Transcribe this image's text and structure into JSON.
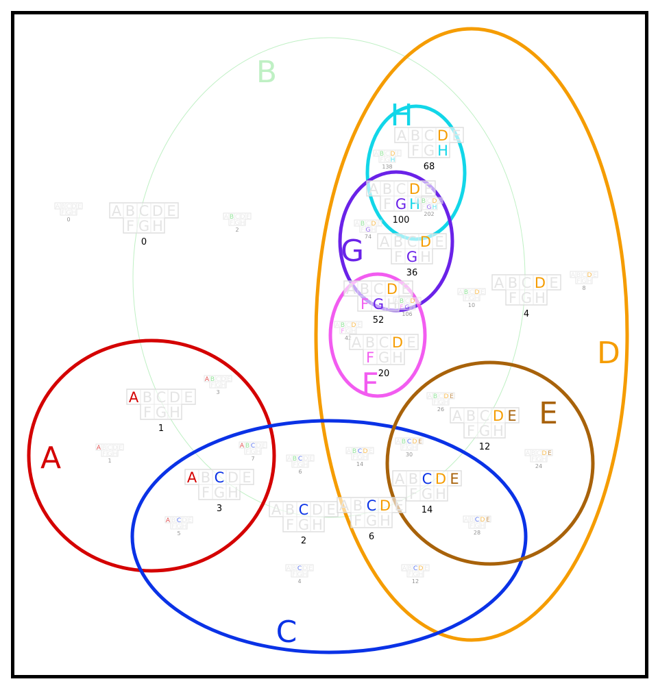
{
  "title": "Euler diagram of sets A–H with region counts",
  "sets": [
    {
      "name": "A",
      "label": "A",
      "color": "#d40000"
    },
    {
      "name": "B",
      "label": "B",
      "color": "#bff0c4"
    },
    {
      "name": "C",
      "label": "C",
      "color": "#0a32e6"
    },
    {
      "name": "D",
      "label": "D",
      "color": "#f59c00"
    },
    {
      "name": "E",
      "label": "E",
      "color": "#a8620a"
    },
    {
      "name": "F",
      "label": "F",
      "color": "#f25cf0"
    },
    {
      "name": "G",
      "label": "G",
      "color": "#6a22e8"
    },
    {
      "name": "H",
      "label": "H",
      "color": "#12d6e8"
    }
  ],
  "glyph_letters_row1": [
    "A",
    "B",
    "C",
    "D",
    "E"
  ],
  "glyph_letters_row2": [
    "F",
    "G",
    "H"
  ],
  "regions": [
    {
      "members": [],
      "count": "0",
      "size": "large"
    },
    {
      "members": [],
      "count": "0",
      "size": "small"
    },
    {
      "members": [
        "B"
      ],
      "count": "2",
      "size": "small"
    },
    {
      "members": [
        "A"
      ],
      "count": "1",
      "size": "large"
    },
    {
      "members": [
        "A"
      ],
      "count": "1",
      "size": "small"
    },
    {
      "members": [
        "A",
        "B"
      ],
      "count": "3",
      "size": "small"
    },
    {
      "members": [
        "A",
        "B",
        "C"
      ],
      "count": "7",
      "size": "small"
    },
    {
      "members": [
        "A",
        "C"
      ],
      "count": "3",
      "size": "large"
    },
    {
      "members": [
        "A",
        "C"
      ],
      "count": "5",
      "size": "small"
    },
    {
      "members": [
        "B",
        "C"
      ],
      "count": "6",
      "size": "small"
    },
    {
      "members": [
        "C"
      ],
      "count": "2",
      "size": "large"
    },
    {
      "members": [
        "C"
      ],
      "count": "4",
      "size": "small"
    },
    {
      "members": [
        "B",
        "C",
        "D"
      ],
      "count": "14",
      "size": "small"
    },
    {
      "members": [
        "C",
        "D"
      ],
      "count": "6",
      "size": "large"
    },
    {
      "members": [
        "C",
        "D"
      ],
      "count": "12",
      "size": "small"
    },
    {
      "members": [
        "B",
        "D",
        "E"
      ],
      "count": "26",
      "size": "small"
    },
    {
      "members": [
        "D",
        "E"
      ],
      "count": "12",
      "size": "large"
    },
    {
      "members": [
        "D",
        "E"
      ],
      "count": "24",
      "size": "small"
    },
    {
      "members": [
        "B",
        "C",
        "D",
        "E"
      ],
      "count": "30",
      "size": "small"
    },
    {
      "members": [
        "C",
        "D",
        "E"
      ],
      "count": "14",
      "size": "large"
    },
    {
      "members": [
        "C",
        "D",
        "E"
      ],
      "count": "28",
      "size": "small"
    },
    {
      "members": [
        "D"
      ],
      "count": "4",
      "size": "large"
    },
    {
      "members": [
        "D"
      ],
      "count": "8",
      "size": "small"
    },
    {
      "members": [
        "B",
        "D"
      ],
      "count": "10",
      "size": "small"
    },
    {
      "members": [
        "D",
        "H"
      ],
      "count": "68",
      "size": "large"
    },
    {
      "members": [
        "B",
        "D",
        "H"
      ],
      "count": "138",
      "size": "small"
    },
    {
      "members": [
        "D",
        "G",
        "H"
      ],
      "count": "100",
      "size": "large"
    },
    {
      "members": [
        "B",
        "D",
        "G",
        "H"
      ],
      "count": "202",
      "size": "small"
    },
    {
      "members": [
        "B",
        "D",
        "G"
      ],
      "count": "74",
      "size": "small"
    },
    {
      "members": [
        "D",
        "G"
      ],
      "count": "36",
      "size": "large"
    },
    {
      "members": [
        "D",
        "F",
        "G"
      ],
      "count": "52",
      "size": "large"
    },
    {
      "members": [
        "B",
        "D",
        "F",
        "G"
      ],
      "count": "106",
      "size": "small"
    },
    {
      "members": [
        "B",
        "D",
        "F"
      ],
      "count": "42",
      "size": "small"
    },
    {
      "members": [
        "D",
        "F"
      ],
      "count": "20",
      "size": "large"
    }
  ]
}
